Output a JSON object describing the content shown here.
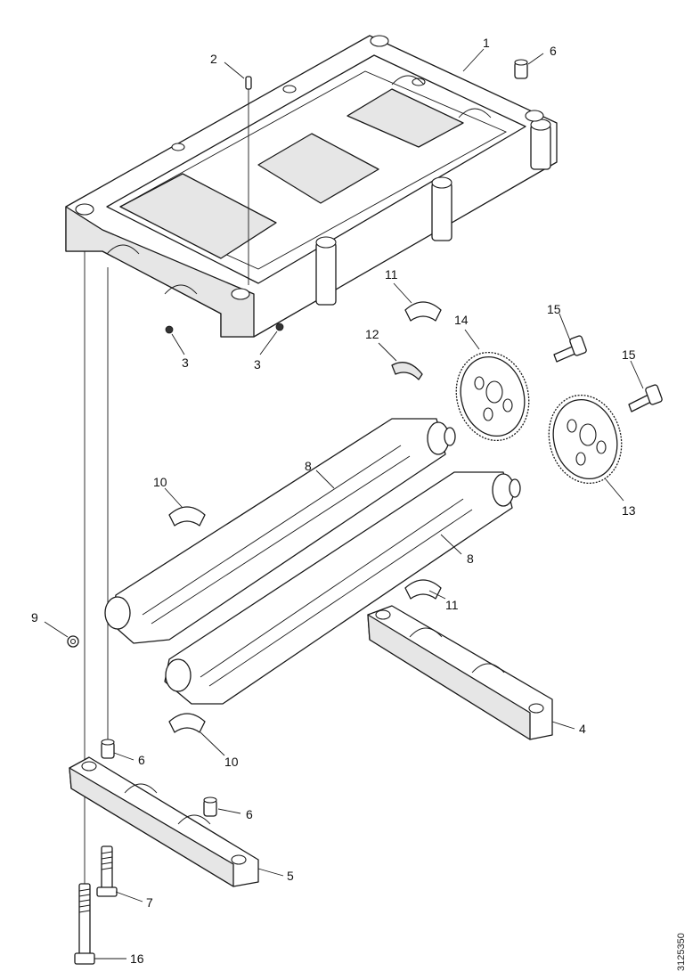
{
  "figure_id": "3125350",
  "callouts": {
    "c1": "1",
    "c2": "2",
    "c3a": "3",
    "c3b": "3",
    "c4": "4",
    "c5": "5",
    "c6a": "6",
    "c6b": "6",
    "c6c": "6",
    "c7": "7",
    "c8a": "8",
    "c8b": "8",
    "c9": "9",
    "c10a": "10",
    "c10b": "10",
    "c11a": "11",
    "c11b": "11",
    "c12": "12",
    "c13": "13",
    "c14": "14",
    "c15a": "15",
    "c15b": "15",
    "c16": "16"
  }
}
